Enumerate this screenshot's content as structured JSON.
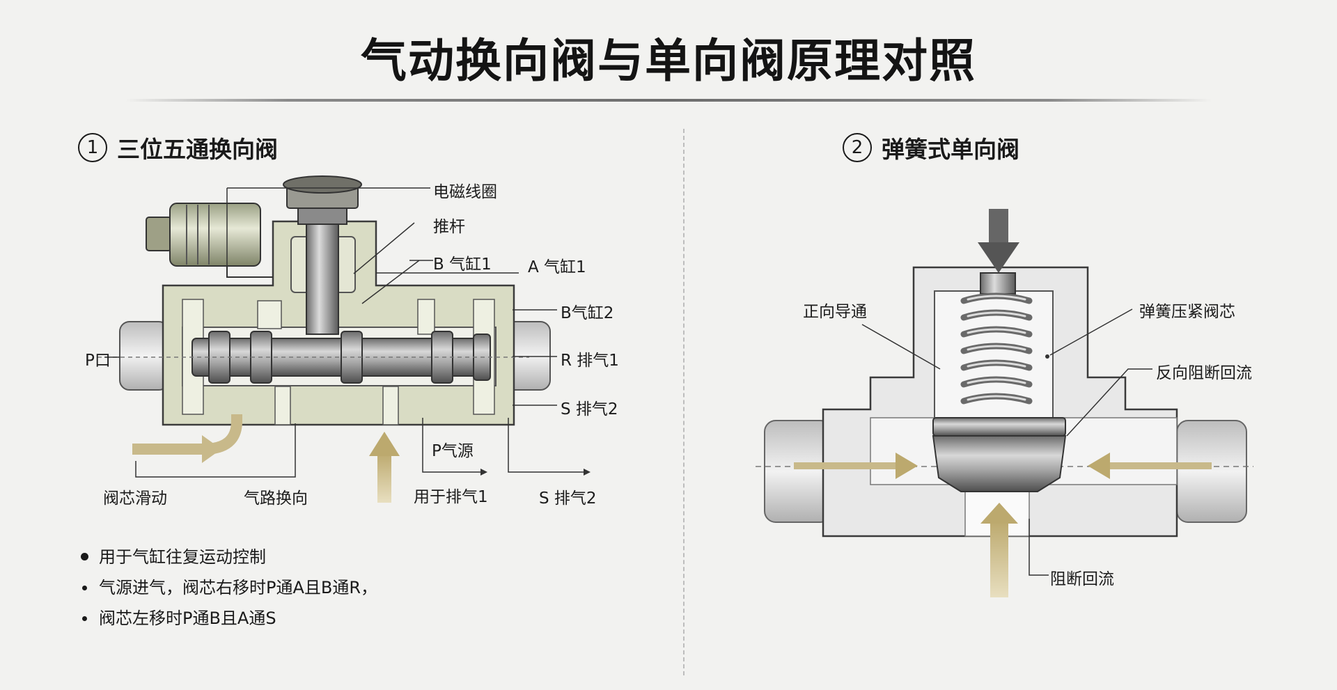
{
  "title": "气动换向阀与单向阀原理对照",
  "left": {
    "number": "1",
    "heading": "三位五通换向阀",
    "labels": {
      "solenoid": "电磁线圈",
      "pushrod": "推杆",
      "b_cyl1": "B 气缸1",
      "a_cyl1": "A 气缸1",
      "b_cyl2": "B气缸2",
      "port_p": "P口",
      "r_exhaust1": "R 排气1",
      "s_exhaust2": "S 排气2",
      "p_source": "P气源",
      "spool_slide": "阀芯滑动",
      "path_switch": "气路换向",
      "for_exhaust1": "用于排气1",
      "s_exhaust2_bottom": "S 排气2"
    },
    "bullets": [
      "用于气缸往复运动控制",
      "气源进气，阀芯右移时P通A且B通R，",
      "阀芯左移时P通B且A通S"
    ]
  },
  "right": {
    "number": "2",
    "heading": "弹簧式单向阀",
    "labels": {
      "forward": "正向导通",
      "spring": "弹簧压紧阀芯",
      "reverse": "反向阻断回流",
      "block": "阻断回流"
    }
  },
  "colors": {
    "body_green": "#d9dcc4",
    "arrow_gold": "#c8b98a",
    "steel": "#9a9a9a",
    "dark_arrow": "#555555"
  }
}
